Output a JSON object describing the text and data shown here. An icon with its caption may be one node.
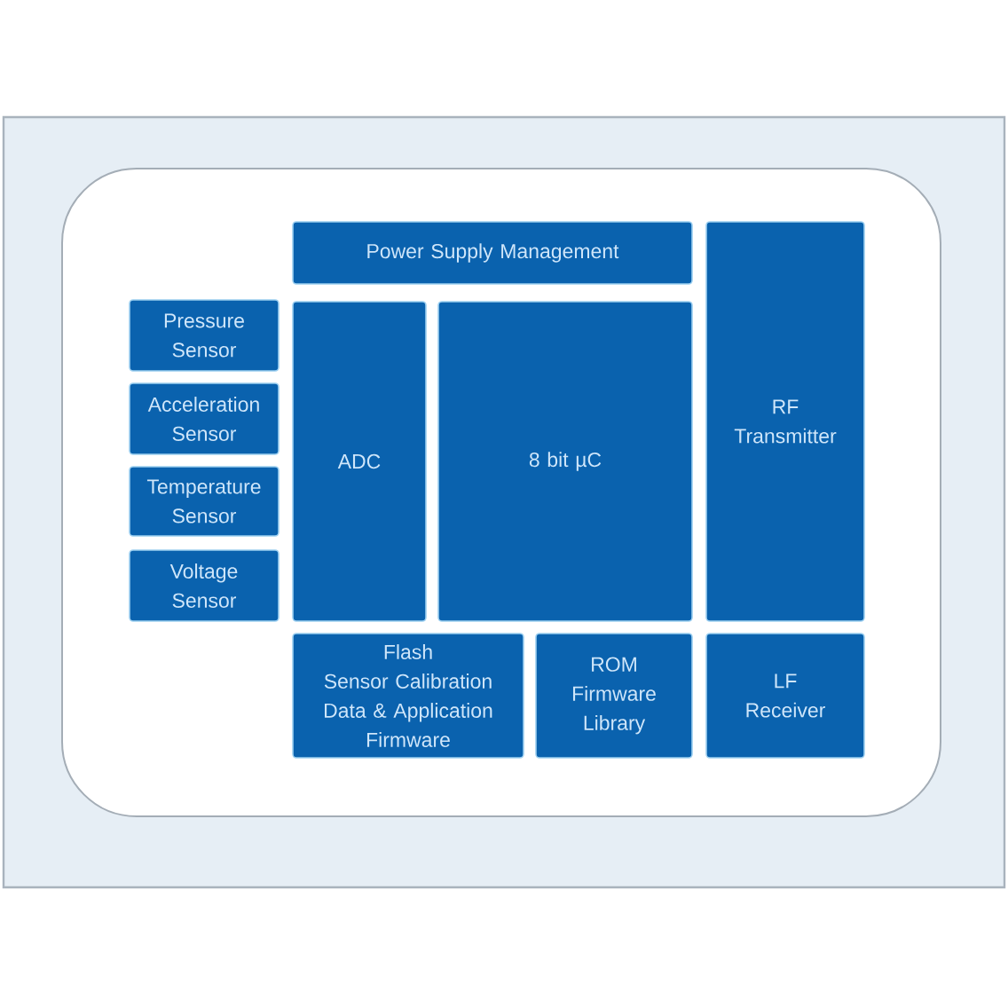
{
  "diagram": {
    "nodes": [
      {
        "text": [],
        "shape": "box"
      },
      {
        "text": [
          "Power Supply Management"
        ],
        "in": 0
      },
      {
        "text": [
          "RF Transmitter"
        ],
        "in": 0
      },
      {
        "text": [
          "Pressure Sensor"
        ],
        "in": 0
      },
      {
        "text": [
          "Acceleration Sensor"
        ],
        "in": 0
      },
      {
        "text": [
          "Temperature Sensor"
        ],
        "in": 0
      },
      {
        "text": [
          "Voltage Sensor"
        ],
        "in": 0
      },
      {
        "text": [
          "ADC"
        ],
        "in": 0
      },
      {
        "text": [
          "8 bit µC"
        ],
        "in": 0
      },
      {
        "text": [
          "Flash",
          "Sensor Calibration Data & Application Firmware"
        ],
        "in": 0
      },
      {
        "text": [
          "ROM Firmware Library"
        ],
        "in": 0
      },
      {
        "text": [
          "LF Receiver"
        ],
        "in": 0
      }
    ]
  }
}
